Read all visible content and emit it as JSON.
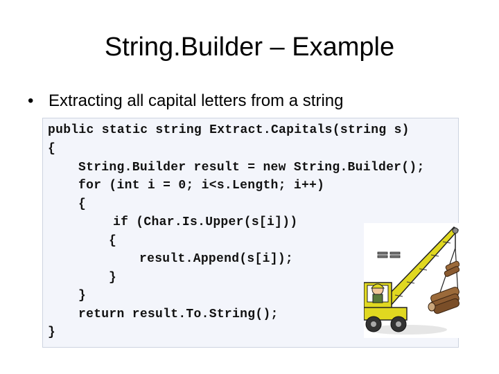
{
  "slide": {
    "title": "String.Builder – Example",
    "bullet_text": "Extracting all capital letters from a string",
    "bullet_glyph": "•"
  },
  "code_lines": [
    "public static string Extract.Capitals(string s)",
    "{",
    "String.Builder result = new String.Builder();",
    "for (int i = 0; i<s.Length; i++)",
    "{",
    "if (Char.Is.Upper(s[i]))",
    "{",
    "result.Append(s[i]);",
    "}",
    "}",
    "return result.To.String();",
    "}"
  ],
  "clipart": {
    "icon": "crane-operator-icon"
  }
}
